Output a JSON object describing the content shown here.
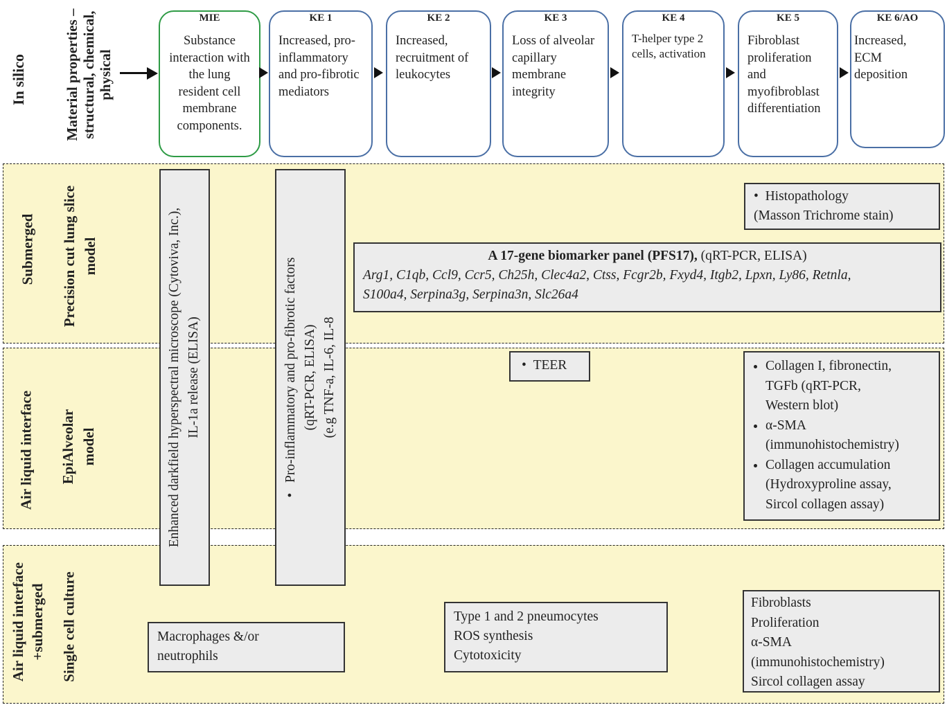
{
  "header": {
    "in_silico": "In silico",
    "material_line1": "Material properties –",
    "material_line2": "structural, chemical,",
    "material_line3": "physical"
  },
  "events": [
    {
      "label": "MIE",
      "text": "Substance interaction with the lung resident cell membrane components."
    },
    {
      "label": "KE 1",
      "text": "Increased, pro-inflammatory and pro-fibrotic mediators"
    },
    {
      "label": "KE 2",
      "text": "Increased, recruitment of leukocytes"
    },
    {
      "label": "KE 3",
      "text": "Loss of alveolar capillary membrane integrity"
    },
    {
      "label": "KE 4",
      "text": "T-helper type 2 cells, activation"
    },
    {
      "label": "KE 5",
      "text": "Fibroblast proliferation and myofibroblast differentiation"
    },
    {
      "label": "KE 6/AO",
      "text": "Increased, ECM deposition"
    }
  ],
  "rows": {
    "submerged": {
      "outer": "Submerged",
      "inner_line1": "Precision cut lung slice",
      "inner_line2": "model"
    },
    "ali": {
      "outer": "Air liquid interface",
      "inner_line1": "EpiAlveolar",
      "inner_line2": "model"
    },
    "single": {
      "outer_line1": "Air liquid interface",
      "outer_line2": "+submerged",
      "inner": "Single cell culture"
    }
  },
  "assays": {
    "darkfield_line1": "Enhanced darkfield hyperspectral microscope (Cytoviva, Inc.),",
    "darkfield_line2": "IL-1a release (ELISA)",
    "proinfl_line1": "Pro-inflammatory and pro-fibrotic factors",
    "proinfl_line2": "(qRT-PCR, ELISA)",
    "proinfl_line3": "(e.g TNF-a, IL-6, IL-8",
    "histo_line1": "Histopathology",
    "histo_line2": "(Masson Trichrome stain)",
    "panel_title_bold": "A 17-gene biomarker panel (PFS17),",
    "panel_title_rest": " (qRT-PCR, ELISA)",
    "panel_genes_line1": "Arg1, C1qb, Ccl9, Ccr5, Ch25h, Clec4a2, Ctss, Fcgr2b, Fxyd4, Itgb2, Lpxn, Ly86, Retnla,",
    "panel_genes_line2": "S100a4, Serpina3g, Serpina3n, Slc26a4",
    "teer": "TEER",
    "collagen_item1_line1": "Collagen I, fibronectin,",
    "collagen_item1_line2": "TGFb (qRT-PCR,",
    "collagen_item1_line3": "Western blot)",
    "collagen_item2_line1": "α-SMA",
    "collagen_item2_line2": "(immunohistochemistry)",
    "collagen_item3_line1": "Collagen accumulation",
    "collagen_item3_line2": "(Hydroxyproline assay,",
    "collagen_item3_line3": "Sircol collagen assay)",
    "macro_line1": "Macrophages &/or",
    "macro_line2": "neutrophils",
    "pneumo_line1": "Type 1 and 2 pneumocytes",
    "pneumo_line2": "ROS synthesis",
    "pneumo_line3": "Cytotoxicity",
    "fibro_line1": "Fibroblasts",
    "fibro_line2": "Proliferation",
    "fibro_line3": "α-SMA",
    "fibro_line4": "(immunohistochemistry)",
    "fibro_line5": "Sircol collagen assay"
  },
  "colors": {
    "mie_border": "#2e9b45",
    "ke_border": "#4a6fa5",
    "band_fill": "#fbf6cc",
    "assay_fill": "#ececec"
  }
}
